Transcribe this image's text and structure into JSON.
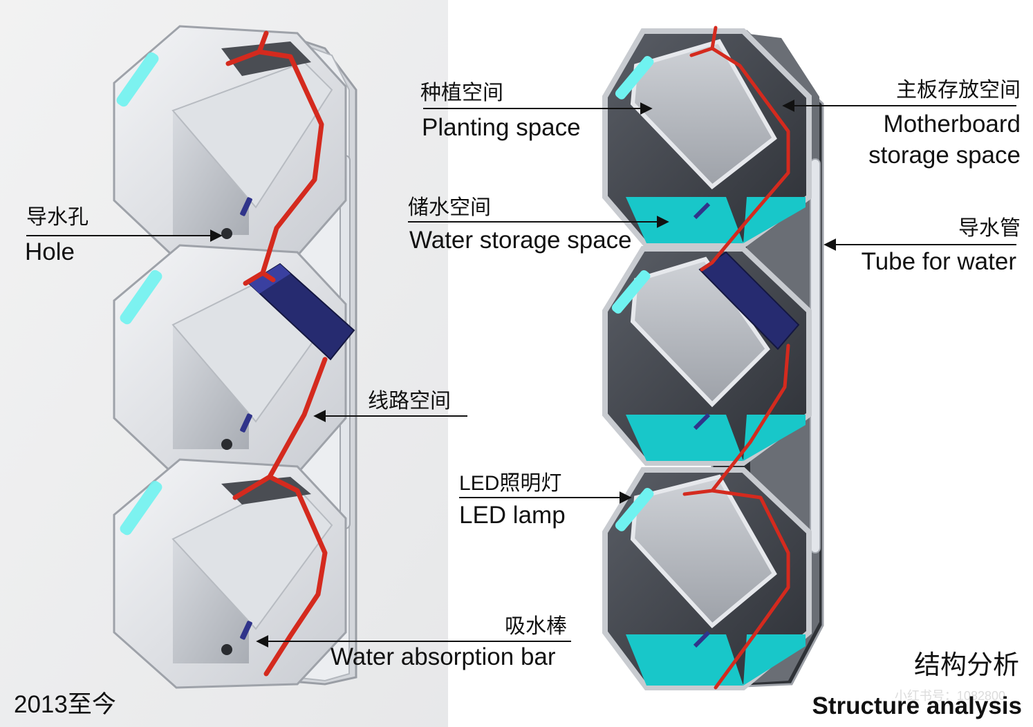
{
  "year_label": "2013至今",
  "title": {
    "zh": "结构分析",
    "en": "Structure analysis"
  },
  "watermark": "小红书号：1082800",
  "callouts": {
    "hole": {
      "zh": "导水孔",
      "en": "Hole"
    },
    "wiring": {
      "zh": "线路空间"
    },
    "absorb": {
      "zh": "吸水棒",
      "en": "Water absorption bar"
    },
    "planting": {
      "zh": "种植空间",
      "en": "Planting space"
    },
    "water_storage": {
      "zh": "储水空间",
      "en": "Water storage space"
    },
    "led": {
      "zh": "LED照明灯",
      "en": "LED lamp"
    },
    "motherboard": {
      "zh": "主板存放空间",
      "en_line1": "Motherboard",
      "en_line2": "storage space"
    },
    "tube": {
      "zh": "导水管",
      "en": "Tube for water"
    }
  },
  "colors": {
    "shell": "#e6e8ec",
    "shell_dark": "#b9bdc4",
    "interior": "#3c3f45",
    "water": "#18c7c9",
    "led": "#6ff2f0",
    "cable": "#d42a1e",
    "motherboard": "#262b70",
    "tube": "#dfe2e7"
  }
}
